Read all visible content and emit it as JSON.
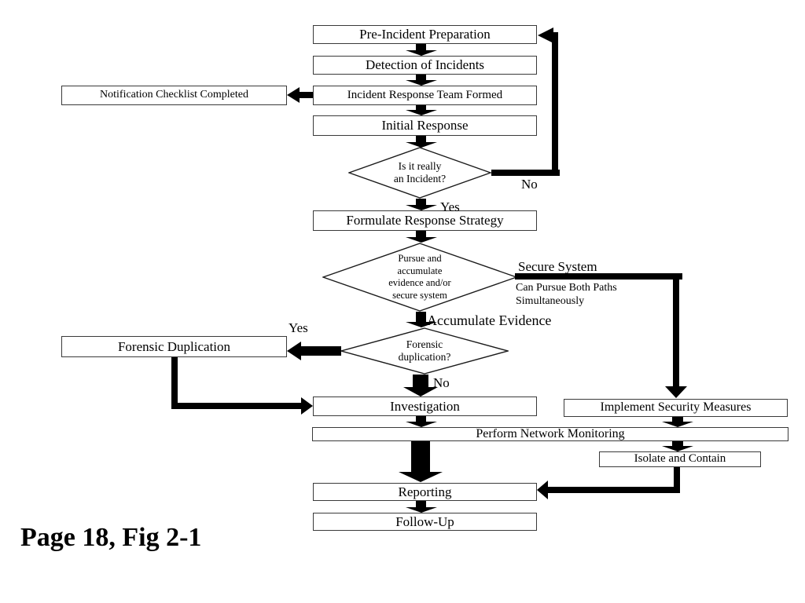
{
  "diagram": {
    "boxes": {
      "pre_incident": "Pre-Incident Preparation",
      "detection": "Detection of Incidents",
      "team_formed": "Incident Response Team Formed",
      "notification": "Notification Checklist Completed",
      "initial_response": "Initial Response",
      "formulate": "Formulate Response Strategy",
      "forensic_duplication": "Forensic Duplication",
      "investigation": "Investigation",
      "implement_security": "Implement Security Measures",
      "perform_monitoring": "Perform Network Monitoring",
      "isolate_contain": "Isolate and Contain",
      "reporting": "Reporting",
      "follow_up": "Follow-Up"
    },
    "decisions": {
      "is_incident": "Is it really\nan Incident?",
      "pursue_paths": "Pursue and\naccumulate\nevidence and/or\nsecure system",
      "forensic": "Forensic\nduplication?"
    },
    "labels": {
      "no_incident": "No",
      "yes_incident": "Yes",
      "secure_system": "Secure System",
      "pursue_note": "Can Pursue Both Paths\nSimultaneously",
      "accumulate_evidence": "Accumulate Evidence",
      "yes_forensic": "Yes",
      "no_forensic": "No"
    },
    "caption": "Page 18, Fig 2-1",
    "colors": {
      "background": "#ffffff",
      "line": "#000000",
      "box_border": "#3a3a3a",
      "text": "#000000"
    }
  }
}
